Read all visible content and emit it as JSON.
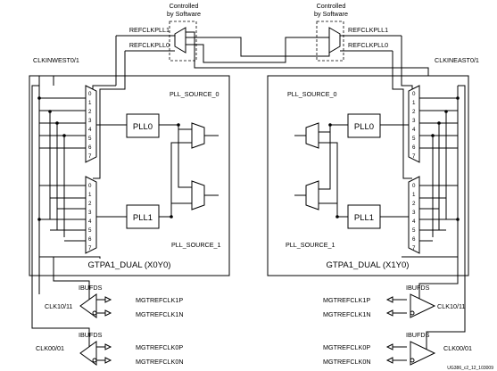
{
  "software_label_line1": "Controlled",
  "software_label_line2": "by Software",
  "refclkpll1": "REFCLKPLL1",
  "refclkpll0": "REFCLKPLL0",
  "clkinwest": "CLKINWEST0/1",
  "clkineast": "CLKINEAST0/1",
  "pll_source_0": "PLL_SOURCE_0",
  "pll_source_1": "PLL_SOURCE_1",
  "pll0": "PLL0",
  "pll1": "PLL1",
  "mux_inputs": [
    "0",
    "1",
    "2",
    "3",
    "4",
    "5",
    "6",
    "7"
  ],
  "left_tile": "GTPA1_DUAL (X0Y0)",
  "right_tile": "GTPA1_DUAL (X1Y0)",
  "ibufds": "IBUFDS",
  "clk1011": "CLK10/11",
  "clk0001": "CLK00/01",
  "mgtrefclk1p": "MGTREFCLK1P",
  "mgtrefclk1n": "MGTREFCLK1N",
  "mgtrefclk0p": "MGTREFCLK0P",
  "mgtrefclk0n": "MGTREFCLK0N",
  "figure_id": "UG386_c2_12_103009"
}
